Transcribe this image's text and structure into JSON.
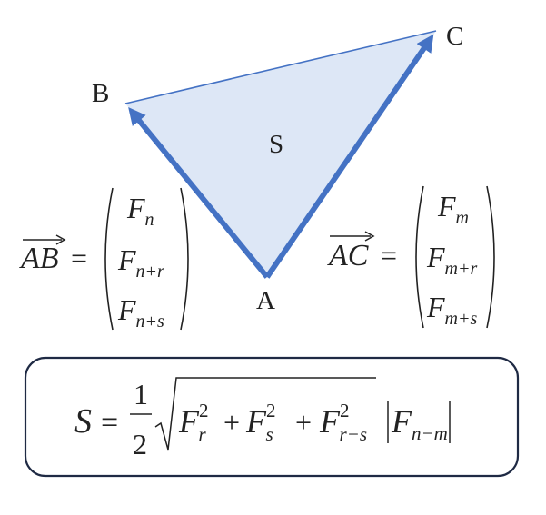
{
  "colors": {
    "arrow": "#4472C4",
    "fill": "#DDE7F6",
    "ink": "#222222",
    "box_border": "#1F2A44"
  },
  "vertices": {
    "a": "A",
    "b": "B",
    "c": "C"
  },
  "area_label": "S",
  "vec_ab": {
    "name": "AB",
    "eq": "=",
    "entries": [
      {
        "base": "F",
        "sub": "n"
      },
      {
        "base": "F",
        "sub": "n+r"
      },
      {
        "base": "F",
        "sub": "n+s"
      }
    ]
  },
  "vec_ac": {
    "name": "AC",
    "eq": "=",
    "entries": [
      {
        "base": "F",
        "sub": "m"
      },
      {
        "base": "F",
        "sub": "m+r"
      },
      {
        "base": "F",
        "sub": "m+s"
      }
    ]
  },
  "formula": {
    "lhs": "S",
    "eq": "=",
    "num": "1",
    "den": "2",
    "terms": [
      {
        "base": "F",
        "sub": "r",
        "sup": "2"
      },
      {
        "base": "F",
        "sub": "s",
        "sup": "2"
      },
      {
        "base": "F",
        "sub": "r−s",
        "sup": "2"
      }
    ],
    "plus": "+",
    "abs": {
      "base": "F",
      "sub": "n−m"
    }
  }
}
